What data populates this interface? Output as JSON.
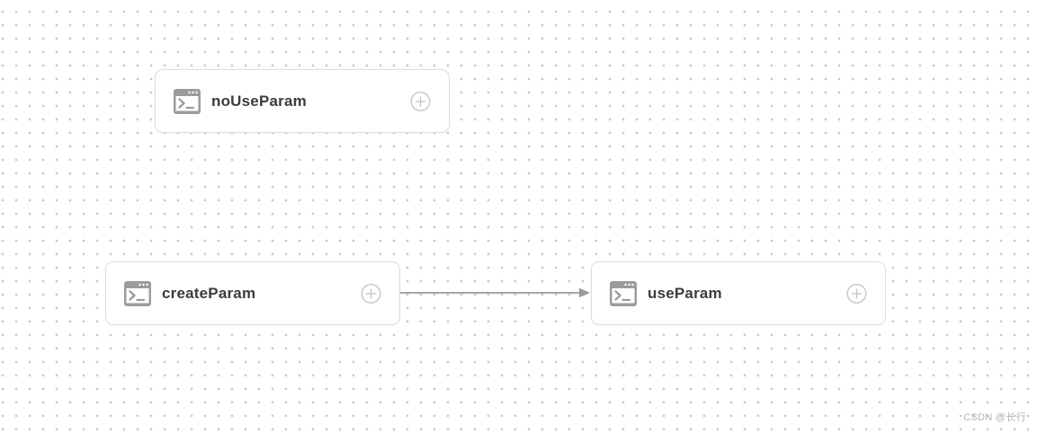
{
  "canvas": {
    "watermark": "CSDN @长行",
    "background_color": "#ffffff",
    "dot_color": "#c9c9c9"
  },
  "nodes": [
    {
      "id": "noUseParam",
      "label": "noUseParam",
      "icon": "terminal-icon",
      "add_button": "+"
    },
    {
      "id": "createParam",
      "label": "createParam",
      "icon": "terminal-icon",
      "add_button": "+"
    },
    {
      "id": "useParam",
      "label": "useParam",
      "icon": "terminal-icon",
      "add_button": "+"
    }
  ],
  "edges": [
    {
      "from": "createParam",
      "to": "useParam",
      "direction": "right"
    }
  ],
  "colors": {
    "node_border": "#dcdcdc",
    "node_background": "#ffffff",
    "label_text": "#3c3c3c",
    "icon_gray": "#9c9c9c",
    "plus_gray": "#c6c6c6",
    "edge_gray": "#9a9a9a",
    "watermark_text": "#b5b5b5"
  }
}
